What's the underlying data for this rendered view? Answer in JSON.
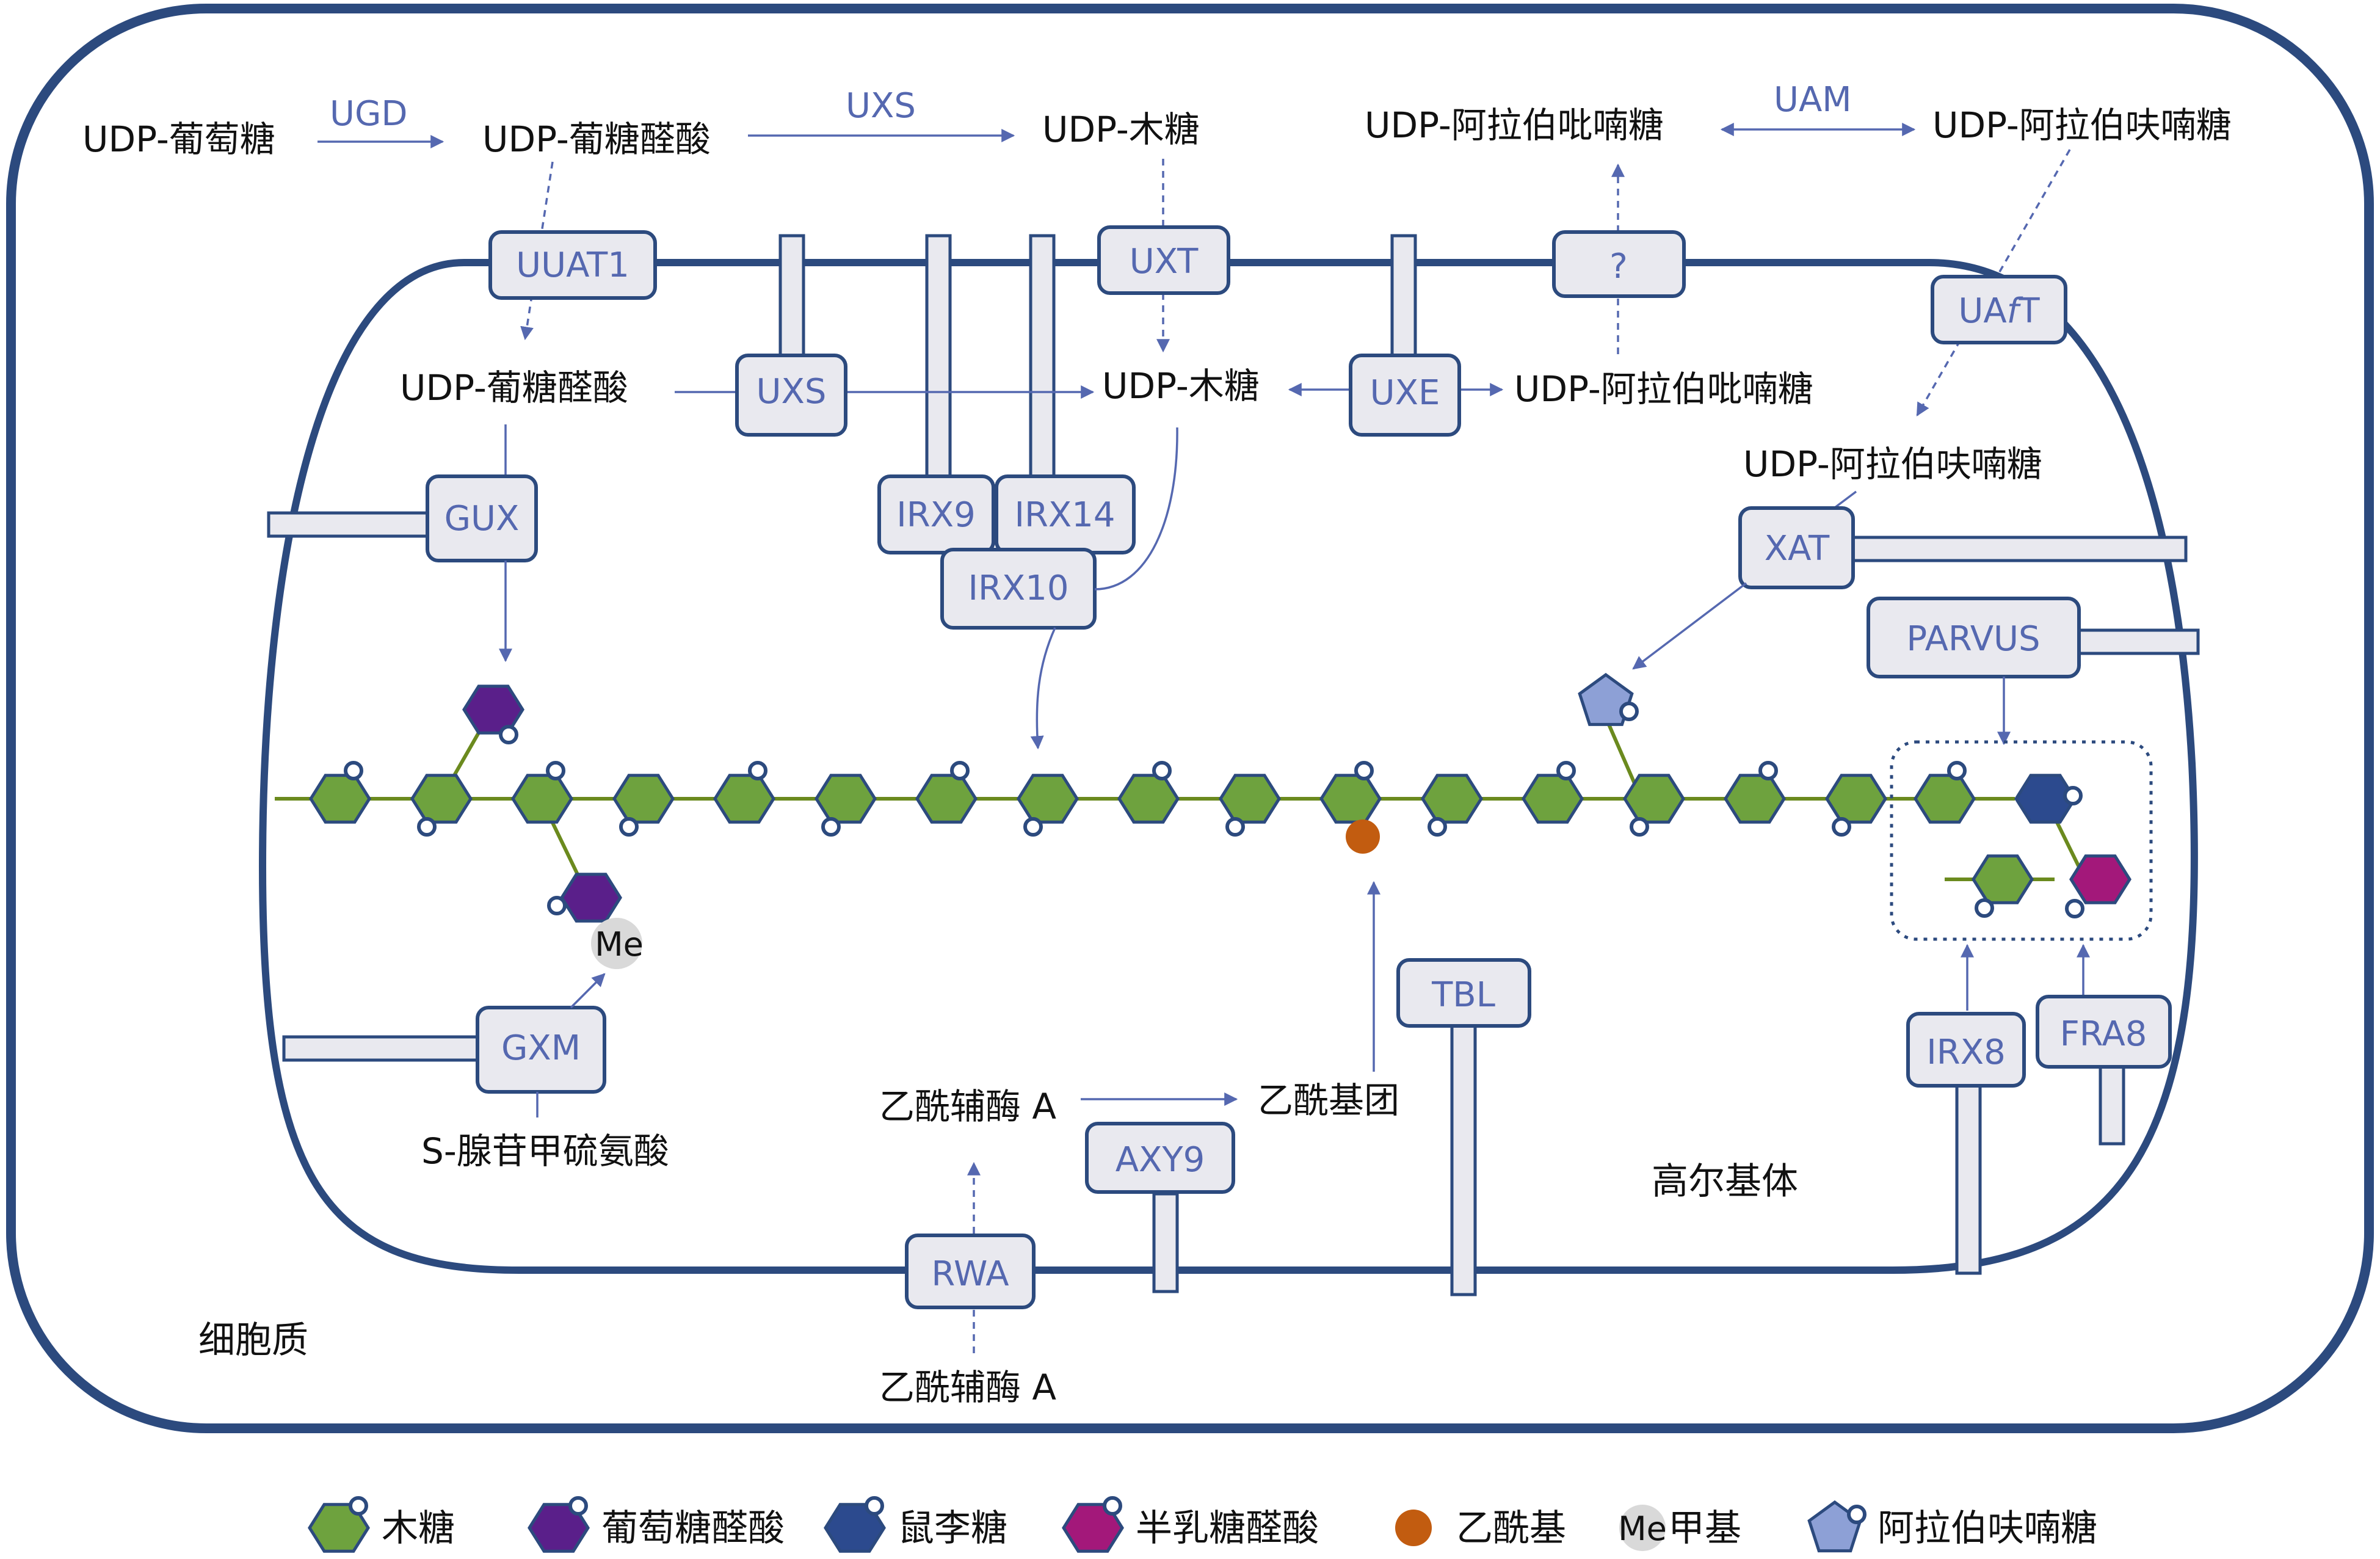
{
  "compartments": {
    "cytoplasm": "细胞质",
    "golgi": "高尔基体"
  },
  "metabolites": {
    "udp_glucose": "UDP-葡萄糖",
    "udp_glcA_top": "UDP-葡糖醛酸",
    "udp_xyl_top": "UDP-木糖",
    "udp_arap_top": "UDP-阿拉伯吡喃糖",
    "udp_araf_top": "UDP-阿拉伯呋喃糖",
    "udp_glcA_golgi": "UDP-葡糖醛酸",
    "udp_xyl_golgi": "UDP-木糖",
    "udp_arap_golgi": "UDP-阿拉伯吡喃糖",
    "udp_araf_golgi": "UDP-阿拉伯呋喃糖",
    "acetyl_coa_top": "乙酰辅酶 A",
    "acetyl_group": "乙酰基团",
    "acetyl_coa_bottom": "乙酰辅酶 A",
    "sam": "S-腺苷甲硫氨酸",
    "methyl": "Me"
  },
  "enzymes": {
    "ugd": "UGD",
    "uxs_cyto": "UXS",
    "uam": "UAM",
    "uuat1": "UUAT1",
    "uxs_golgi": "UXS",
    "uxt": "UXT",
    "unknown": "?",
    "uaft_pre": "UA",
    "uaft_f": "f",
    "uaft_post": "T",
    "uxe": "UXE",
    "gux": "GUX",
    "irx9": "IRX9",
    "irx14": "IRX14",
    "irx10": "IRX10",
    "xat": "XAT",
    "parvus": "PARVUS",
    "gxm": "GXM",
    "tbl": "TBL",
    "axy9": "AXY9",
    "rwa": "RWA",
    "irx8": "IRX8",
    "fra8": "FRA8"
  },
  "legend": [
    {
      "label": "木糖",
      "symbol": "xylose"
    },
    {
      "label": "葡萄糖醛酸",
      "symbol": "glucuronic-acid"
    },
    {
      "label": "鼠李糖",
      "symbol": "rhamnose"
    },
    {
      "label": "半乳糖醛酸",
      "symbol": "galacturonic-acid"
    },
    {
      "label": "乙酰基",
      "symbol": "acetyl"
    },
    {
      "label": "甲基",
      "symbol": "methyl",
      "badge": "Me"
    },
    {
      "label": "阿拉伯呋喃糖",
      "symbol": "arabinofuranose"
    }
  ],
  "colors": {
    "xylose": "#6ea23e",
    "glucuronic_acid": "#5a1f8a",
    "rhamnose": "#2c4a8e",
    "galacturonic_acid": "#a3187a",
    "acetyl": "#c25c10",
    "arabinofuranose": "#8da0d6",
    "outline": "#2c4a7e",
    "enzyme_text": "#5568b0"
  }
}
